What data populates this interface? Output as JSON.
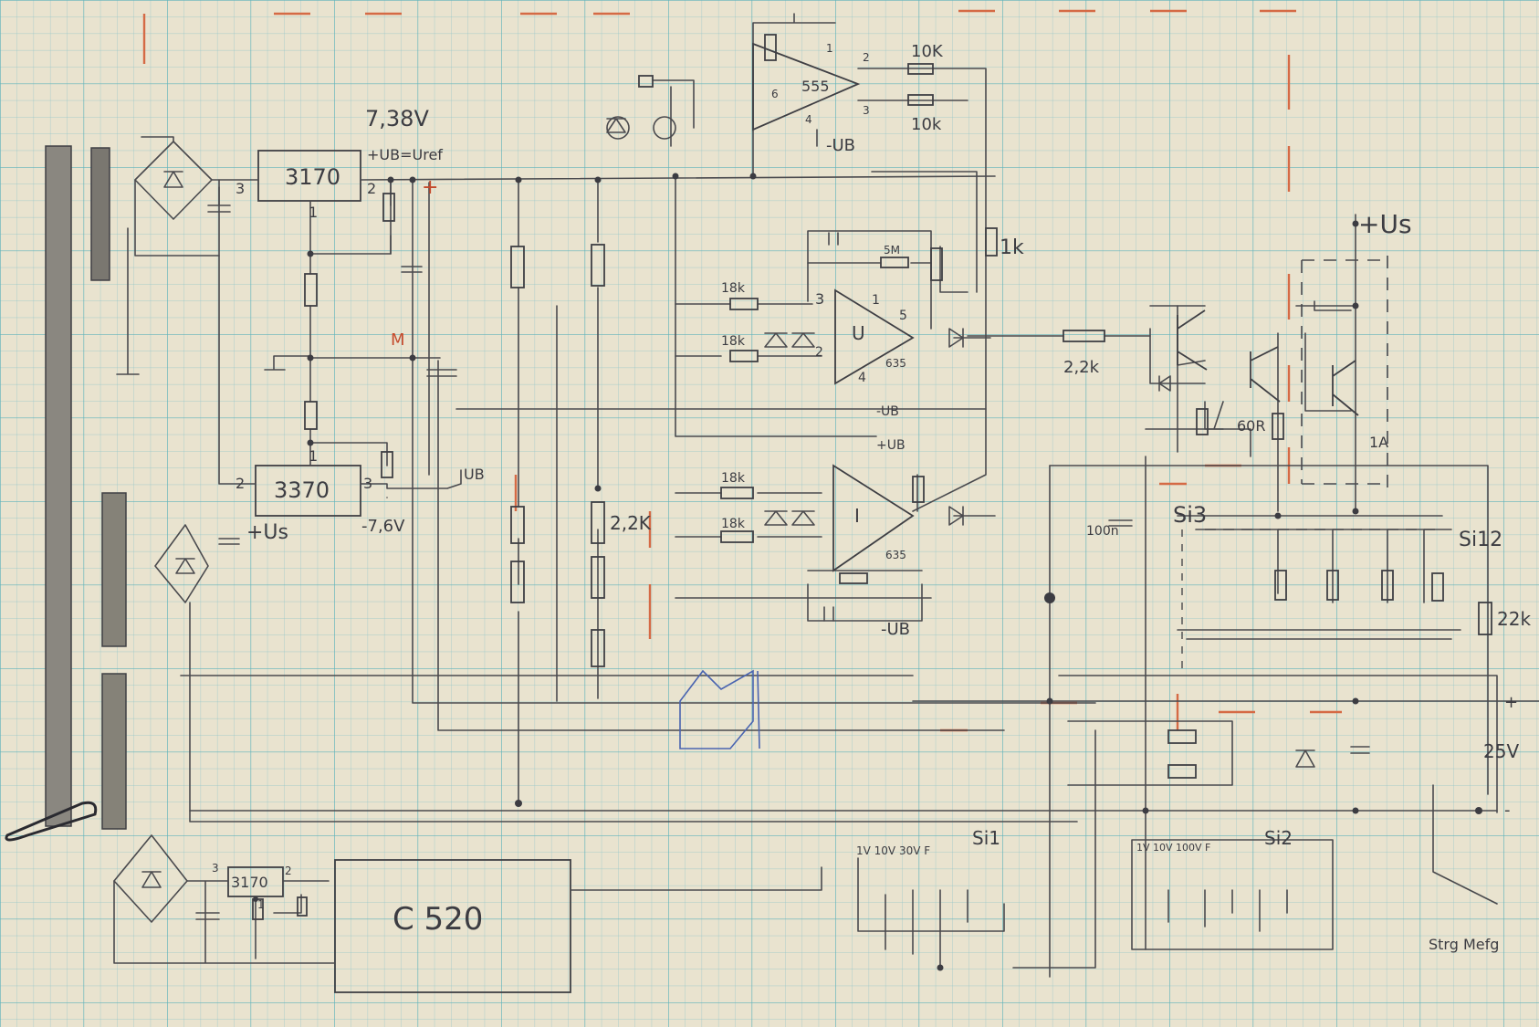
{
  "labels": {
    "voltage_top": "7,38V",
    "ub_uref": "+UB=Uref",
    "node_m": "M",
    "plus_mark": "+",
    "voltage_bottom": "-7,6V",
    "us_left": "+Us",
    "us_top_right": "+Us",
    "ub_neg_top": "-UB",
    "ub_mid": "-UB",
    "ub_plus": "+UB",
    "ub_neg_low": "-UB",
    "ub_small": "UB",
    "supply_25v": "25V",
    "plus_terminal": "+",
    "minus_terminal": "-",
    "meas_note": "Strg Mefg"
  },
  "ics": {
    "reg_top": "3170",
    "reg_mid": "3370",
    "reg_bottom": "3170",
    "c520": "C 520",
    "opamp_top": "555",
    "opamp_mid": "635",
    "opamp_low": "635",
    "opamp_mid_symbol": "U",
    "opamp_low_symbol": "I"
  },
  "pins": {
    "p1": "1",
    "p2": "2",
    "p3": "3",
    "p4": "4",
    "p5": "5",
    "p6": "6"
  },
  "resistors": {
    "r10k_a": "10K",
    "r10k_b": "10k",
    "r18k_a": "18k",
    "r18k_b": "18k",
    "r18k_c": "18k",
    "r18k_d": "18k",
    "r1k": "1k",
    "r2_2k": "2,2k",
    "r600": "60R",
    "r22k": "22k",
    "r22k_pot": "2,2K",
    "r5m": "5M",
    "r1a": "1A",
    "c100n": "100n"
  },
  "switches": {
    "si1": "Si1",
    "si2": "Si2",
    "si3": "Si3",
    "si12": "Si12",
    "si1_ranges": "1V 10V 30V  F",
    "si2_ranges": "1V 10V 100V  F"
  }
}
